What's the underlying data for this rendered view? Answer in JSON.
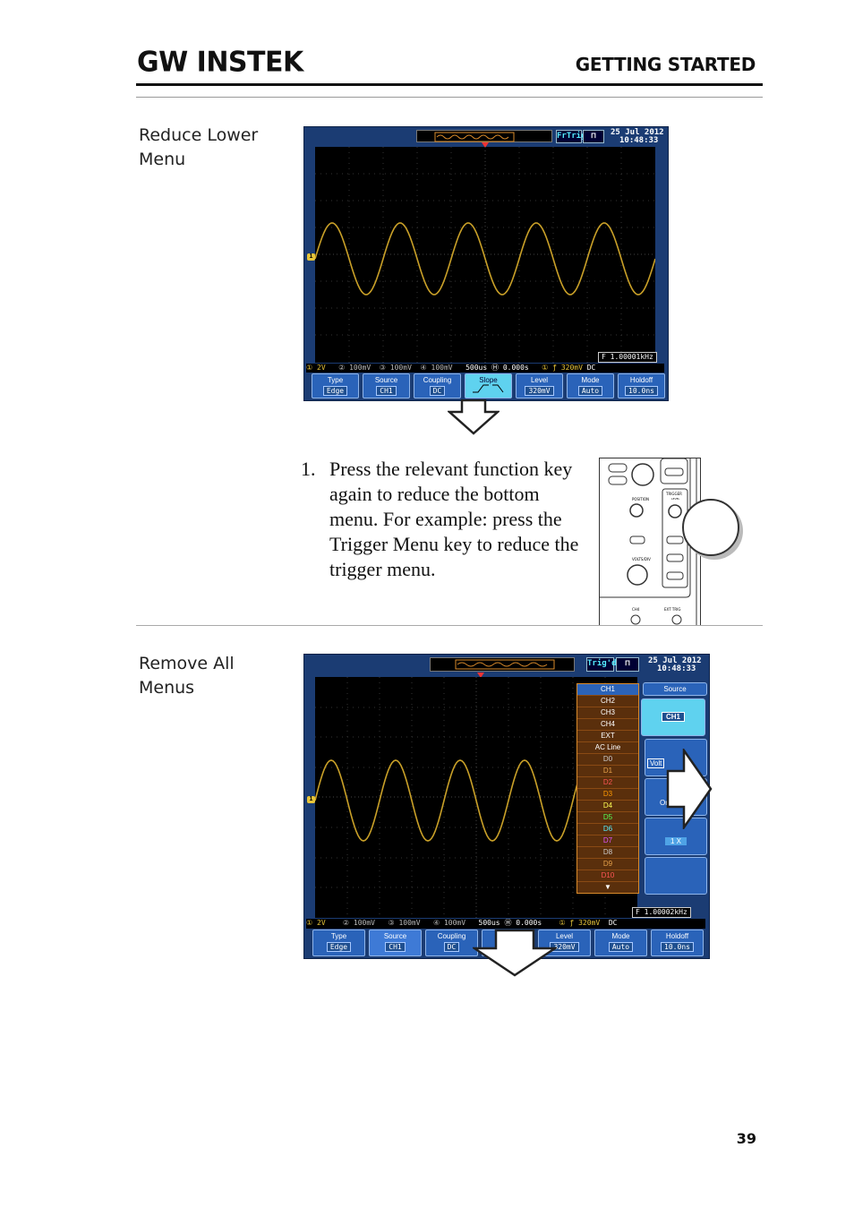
{
  "header": {
    "logo": "GW INSTEK",
    "section": "GETTING STARTED"
  },
  "sections": [
    {
      "label": "Reduce Lower Menu"
    },
    {
      "label": "Remove All Menus"
    }
  ],
  "step": {
    "number": "1.",
    "text": "Press the relevant function key again to reduce the bottom menu. For example: press the Trigger Menu key to reduce the trigger menu."
  },
  "screen1": {
    "trig_status": "FrTrig",
    "date": "25 Jul 2012",
    "time": "10:48:33",
    "freq": "1.00001kHz",
    "info": {
      "ch1": "2V",
      "ch2": "100mV",
      "ch3": "100mV",
      "ch4": "100mV",
      "timebase": "500us",
      "hpos": "0.000s",
      "trig_level": "320mV",
      "coupling": "DC"
    },
    "softkeys": [
      {
        "label": "Type",
        "value": "Edge"
      },
      {
        "label": "Source",
        "value": "CH1"
      },
      {
        "label": "Coupling",
        "value": "DC"
      },
      {
        "label": "Slope",
        "value": ""
      },
      {
        "label": "Level",
        "value": "320mV"
      },
      {
        "label": "Mode",
        "value": "Auto"
      },
      {
        "label": "Holdoff",
        "value": "10.0ns"
      }
    ]
  },
  "screen2": {
    "trig_status": "Trig'd",
    "date": "25 Jul 2012",
    "time": "10:48:33",
    "freq": "1.00002kHz",
    "info": {
      "ch1": "2V",
      "ch2": "100mV",
      "ch3": "100mV",
      "ch4": "100mV",
      "timebase": "500us",
      "hpos": "0.000s",
      "trig_level": "320mV",
      "coupling": "DC"
    },
    "source_list": [
      "CH1",
      "CH2",
      "CH3",
      "CH4",
      "EXT",
      "AC Line",
      "D0",
      "D1",
      "D2",
      "D3",
      "D4",
      "D5",
      "D6",
      "D7",
      "D8",
      "D9",
      "D10"
    ],
    "side_menu": {
      "title": "Source",
      "value": "CH1",
      "volt": "Volt",
      "on": "On",
      "probe": "1 X"
    },
    "softkeys": [
      {
        "label": "Type",
        "value": "Edge"
      },
      {
        "label": "Source",
        "value": "CH1"
      },
      {
        "label": "Coupling",
        "value": "DC"
      },
      {
        "label": "",
        "value": ""
      },
      {
        "label": "Level",
        "value": "320mV"
      },
      {
        "label": "Mode",
        "value": "Auto"
      },
      {
        "label": "Holdoff",
        "value": "10.0ns"
      }
    ]
  },
  "front_panel": {
    "labels": [
      "POSITION",
      "VOLTS/DIV",
      "TRIGGER",
      "LEVEL",
      "CH4",
      "EXT TRIG"
    ]
  },
  "page_number": "39"
}
